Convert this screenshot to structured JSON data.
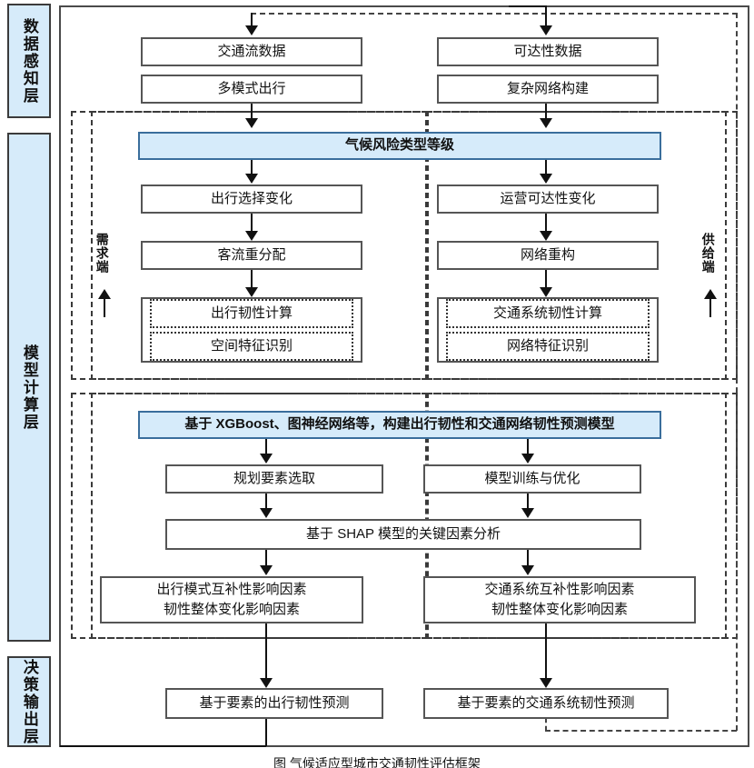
{
  "figure": {
    "caption": "图  气候适应型城市交通韧性评估框架"
  },
  "layers": [
    {
      "label": "数据感知层"
    },
    {
      "label": "模型计算层"
    },
    {
      "label": "决策输出层"
    }
  ],
  "side_labels": {
    "demand": "需求端",
    "supply": "供给端"
  },
  "perception": {
    "demand": [
      {
        "label": "交通流数据"
      },
      {
        "label": "多模式出行"
      }
    ],
    "supply": [
      {
        "label": "可达性数据"
      },
      {
        "label": "复杂网络构建"
      }
    ]
  },
  "risk_banner": {
    "label": "气候风险类型等级"
  },
  "computation": {
    "demand": [
      {
        "label": "出行选择变化"
      },
      {
        "label": "客流重分配"
      }
    ],
    "supply": [
      {
        "label": "运营可达性变化"
      },
      {
        "label": "网络重构"
      }
    ],
    "demand_outputs": [
      {
        "label": "出行韧性计算"
      },
      {
        "label": "空间特征识别"
      }
    ],
    "supply_outputs": [
      {
        "label": "交通系统韧性计算"
      },
      {
        "label": "网络特征识别"
      }
    ]
  },
  "model_banner": {
    "label": "基于 XGBoost、图神经网络等，构建出行韧性和交通网络韧性预测模型"
  },
  "model": {
    "left": {
      "label": "规划要素选取"
    },
    "right": {
      "label": "模型训练与优化"
    },
    "shap": {
      "label": "基于 SHAP 模型的关键因素分析"
    },
    "factors_left": {
      "line1": "出行模式互补性影响因素",
      "line2": "韧性整体变化影响因素"
    },
    "factors_right": {
      "line1": "交通系统互补性影响因素",
      "line2": "韧性整体变化影响因素"
    }
  },
  "decision": {
    "left": {
      "label": "基于要素的出行韧性预测"
    },
    "right": {
      "label": "基于要素的交通系统韧性预测"
    }
  },
  "colors": {
    "highlight_fill": "#d6ebfa",
    "pillar_fill": "#d6ebfa",
    "border": "#555555",
    "line": "#111111"
  }
}
